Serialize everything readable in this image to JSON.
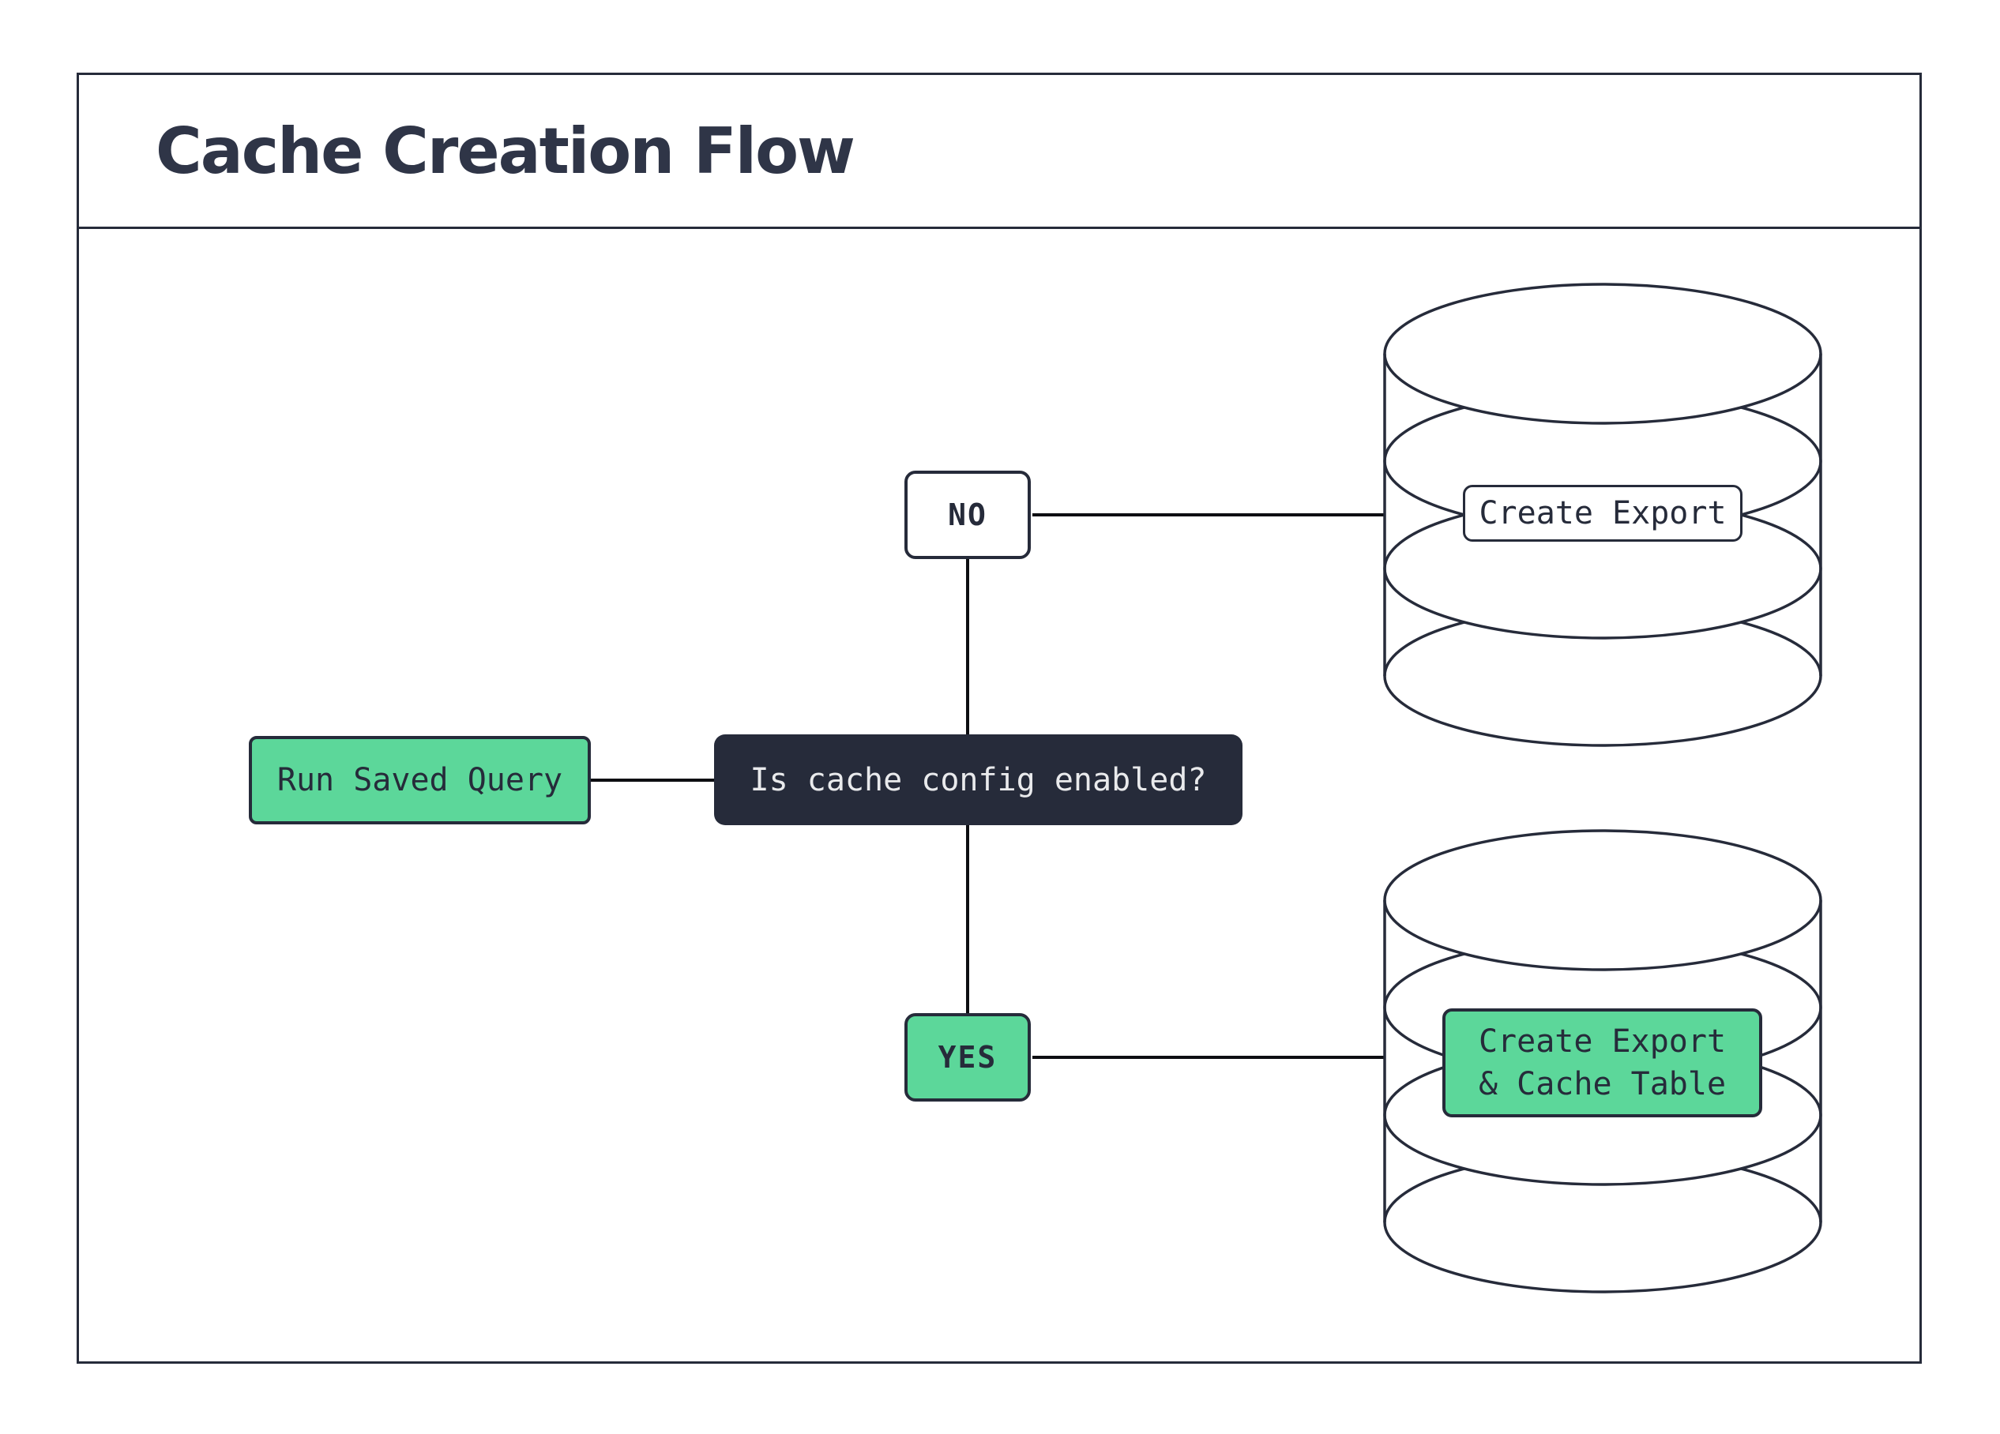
{
  "title": "Cache Creation Flow",
  "colors": {
    "ink": "#262b3a",
    "title": "#2f3547",
    "green": "#5cd79a",
    "paper": "#ffffff",
    "light_text": "#e9eaec",
    "line": "#0d0e12"
  },
  "nodes": {
    "start": {
      "label": "Run Saved Query"
    },
    "decision": {
      "label": "Is cache config enabled?"
    },
    "branch_no": {
      "label": "NO"
    },
    "branch_yes": {
      "label": "YES"
    },
    "no_result": {
      "label": "Create Export"
    },
    "yes_result": {
      "label_line1": "Create Export",
      "label_line2": "& Cache Table"
    }
  },
  "icons": {
    "no_branch_target": "database-icon",
    "yes_branch_target": "database-icon"
  }
}
